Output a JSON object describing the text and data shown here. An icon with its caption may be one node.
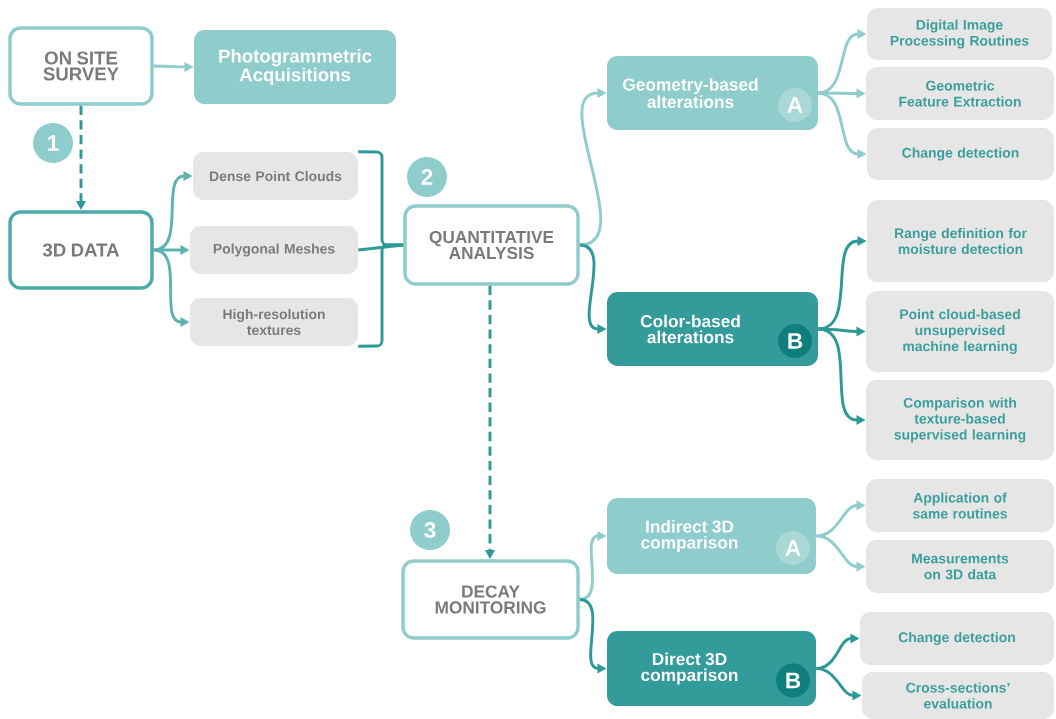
{
  "diagram": {
    "nodes": [
      {
        "text": [
          "ON SITE SURVEY"
        ]
      },
      {
        "text": [
          "Photogrammetric Acquisitions"
        ]
      },
      {
        "text": [
          "3D DATA"
        ]
      },
      {
        "text": [
          "Dense Point Clouds"
        ]
      },
      {
        "text": [
          "Polygonal Meshes"
        ]
      },
      {
        "text": [
          "High-resolution textures"
        ]
      },
      {
        "text": [
          "QUANTITATIVE ANALYSIS"
        ]
      },
      {
        "text": [
          "Geometry-based alterations",
          "A"
        ]
      },
      {
        "text": [
          "Color-based alterations",
          "B"
        ]
      },
      {
        "text": [
          "Digital Image Processing Routines"
        ]
      },
      {
        "text": [
          "Geometric Feature Extraction"
        ]
      },
      {
        "text": [
          "Change detection"
        ]
      },
      {
        "text": [
          "Range definition for moisture detection"
        ]
      },
      {
        "text": [
          "Point cloud-based unsupervised machine learning"
        ]
      },
      {
        "text": [
          "Comparison with texture-based supervised learning"
        ]
      },
      {
        "text": [
          "DECAY MONITORING"
        ]
      },
      {
        "text": [
          "Indirect 3D comparison",
          "A"
        ]
      },
      {
        "text": [
          "Direct 3D comparison",
          "B"
        ]
      },
      {
        "text": [
          "Application of same routines"
        ]
      },
      {
        "text": [
          "Measurements on 3D data"
        ]
      },
      {
        "text": [
          "Change detection"
        ]
      },
      {
        "text": [
          "Cross-sections’ evaluation"
        ]
      }
    ],
    "edges": [
      {
        "from": 0,
        "to": 1,
        "arrow": "to",
        "color": "#8fcdcc"
      },
      {
        "from": 0,
        "to": 2,
        "arrow": "to",
        "style": "dashed"
      },
      {
        "from": 2,
        "to": 3,
        "arrow": "to",
        "color": "#5cb3b1"
      },
      {
        "from": 2,
        "to": 4,
        "arrow": "to",
        "color": "#5cb3b1"
      },
      {
        "from": 2,
        "to": 5,
        "arrow": "to",
        "color": "#5cb3b1"
      },
      {
        "from": 3,
        "to": 6,
        "arrow": "none"
      },
      {
        "from": 4,
        "to": 6,
        "arrow": "none"
      },
      {
        "from": 5,
        "to": 6,
        "arrow": "none"
      },
      {
        "from": 6,
        "to": 7,
        "arrow": "to",
        "color": "#8fcdcc"
      },
      {
        "from": 6,
        "to": 8,
        "arrow": "to"
      },
      {
        "from": 7,
        "to": 9,
        "arrow": "to",
        "color": "#8fcdcc"
      },
      {
        "from": 7,
        "to": 10,
        "arrow": "to",
        "color": "#8fcdcc"
      },
      {
        "from": 7,
        "to": 11,
        "arrow": "to",
        "color": "#8fcdcc"
      },
      {
        "from": 8,
        "to": 12,
        "arrow": "to"
      },
      {
        "from": 8,
        "to": 13,
        "arrow": "to"
      },
      {
        "from": 8,
        "to": 14,
        "arrow": "to"
      },
      {
        "from": 6,
        "to": 15,
        "arrow": "to",
        "style": "dashed"
      },
      {
        "from": 15,
        "to": 16,
        "arrow": "to",
        "color": "#8fcdcc"
      },
      {
        "from": 15,
        "to": 17,
        "arrow": "to"
      },
      {
        "from": 16,
        "to": 18,
        "arrow": "to",
        "color": "#8fcdcc"
      },
      {
        "from": 16,
        "to": 19,
        "arrow": "to",
        "color": "#8fcdcc"
      },
      {
        "from": 17,
        "to": 20,
        "arrow": "to"
      },
      {
        "from": 17,
        "to": 21,
        "arrow": "to"
      }
    ],
    "labels": [
      "1",
      "2",
      "3"
    ]
  }
}
